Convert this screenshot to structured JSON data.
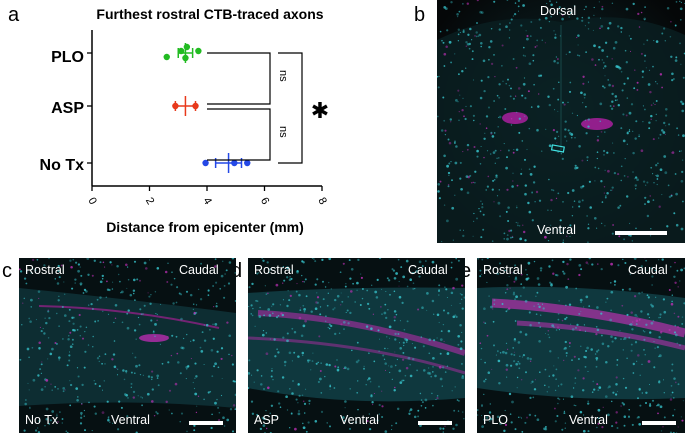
{
  "panels": {
    "a": "a",
    "b": "b",
    "c": "c",
    "d": "d",
    "e": "e"
  },
  "chart_data": {
    "type": "scatter",
    "title": "Furthest rostral CTB-traced axons",
    "xlabel": "Distance from epicenter (mm)",
    "xlim": [
      0,
      8
    ],
    "xticks": [
      "0",
      "2",
      "4",
      "6",
      "8"
    ],
    "categories": [
      "PLO",
      "ASP",
      "No Tx"
    ],
    "series": [
      {
        "name": "PLO",
        "color": "#22bb22",
        "points": [
          3.1,
          3.3,
          3.7,
          2.6,
          3.25
        ],
        "mean": 3.25,
        "sem": 0.25
      },
      {
        "name": "ASP",
        "color": "#e8391b",
        "points": [
          2.9,
          3.6
        ],
        "mean": 3.25,
        "sem": 0.35
      },
      {
        "name": "No Tx",
        "color": "#2448e6",
        "points": [
          3.95,
          4.95,
          5.4
        ],
        "mean": 4.75,
        "sem": 0.45
      }
    ],
    "annotations": {
      "ns_top": "ns",
      "ns_bottom": "ns",
      "significance": "✱"
    }
  },
  "images": {
    "b": {
      "top": "Dorsal",
      "bottom": "Ventral"
    },
    "c": {
      "top_left": "Rostral",
      "top_right": "Caudal",
      "bottom_left": "No Tx",
      "bottom_mid": "Ventral"
    },
    "d": {
      "top_left": "Rostral",
      "top_right": "Caudal",
      "bottom_left": "ASP",
      "bottom_mid": "Ventral"
    },
    "e": {
      "top_left": "Rostral",
      "top_right": "Caudal",
      "bottom_left": "PLO",
      "bottom_mid": "Ventral"
    }
  }
}
